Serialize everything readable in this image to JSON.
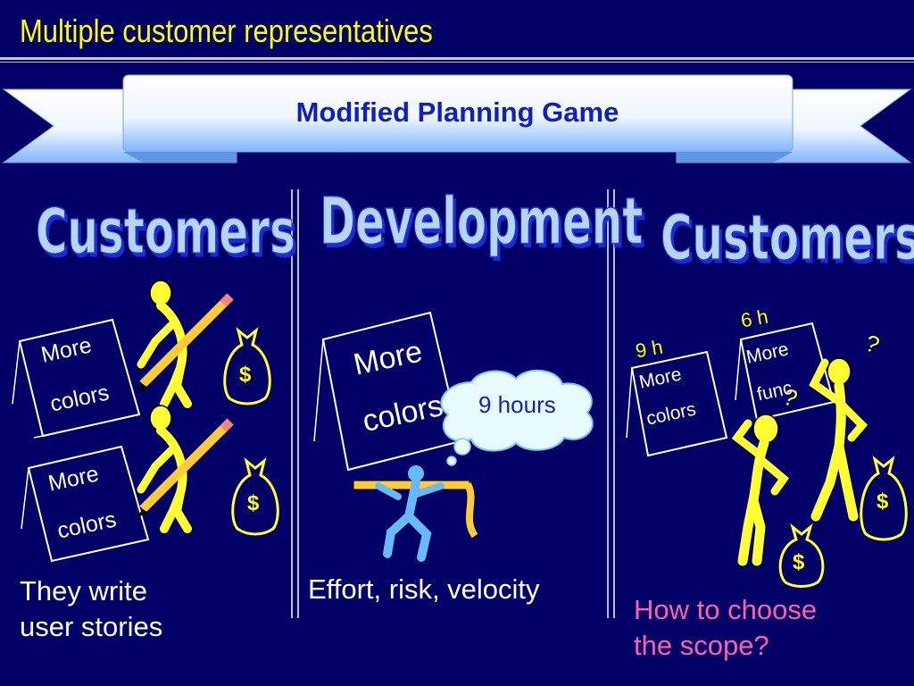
{
  "slide": {
    "title": "Multiple customer representatives",
    "banner": "Modified Planning Game"
  },
  "columns": {
    "left": {
      "heading": "Customers",
      "caption_line1": "They write",
      "caption_line2": "user stories"
    },
    "middle": {
      "heading": "Development",
      "caption": "Effort, risk, velocity"
    },
    "right": {
      "heading": "Customers",
      "caption_line1": "How to choose",
      "caption_line2": "the scope?"
    }
  },
  "cards": {
    "left_top": {
      "line1": "More",
      "line2": "colors"
    },
    "left_bottom": {
      "line1": "More",
      "line2": "colors"
    },
    "middle": {
      "line1": "More",
      "line2": "colors"
    },
    "right_colors": {
      "line1": "More",
      "line2": "colors",
      "estimate": "9 h"
    },
    "right_func": {
      "line1": "More",
      "line2": "func.",
      "estimate": "6 h"
    }
  },
  "thought_cloud": "9 hours",
  "question_marks": [
    "?",
    "?"
  ],
  "money_bag_symbol": "$",
  "colors": {
    "background": "#000066",
    "title": "#ffff00",
    "banner_text": "#1020c0",
    "heading": "#b8d4f4",
    "figure": "#ffff33",
    "developer": "#66bbff",
    "scope_question": "#ff5fae"
  }
}
